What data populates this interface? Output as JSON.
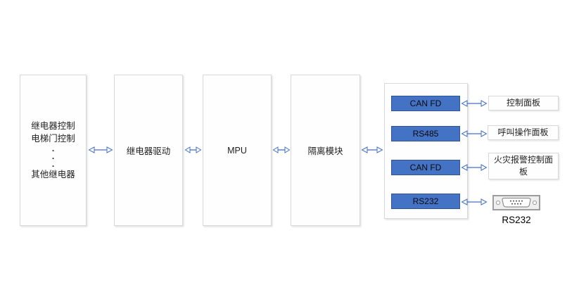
{
  "diagram": {
    "left_block": {
      "line1": "继电器控制",
      "line2": "电梯门控制",
      "dot": ".",
      "line3": "其他继电器"
    },
    "relay_driver_label": "继电器驱动",
    "mpu_label": "MPU",
    "isolation_label": "隔离模块",
    "interfaces": [
      {
        "label": "CAN FD",
        "target": "控制面板"
      },
      {
        "label": "RS485",
        "target": "呼叫操作面板"
      },
      {
        "label": "CAN FD",
        "target": "火灾报警控制面板"
      },
      {
        "label": "RS232",
        "connector_caption": "RS232"
      }
    ],
    "colors": {
      "interface_fill": "#4472C4",
      "interface_border": "#2F5597",
      "arrow_stroke": "#4472C4",
      "box_border": "#D9D9D9"
    }
  }
}
